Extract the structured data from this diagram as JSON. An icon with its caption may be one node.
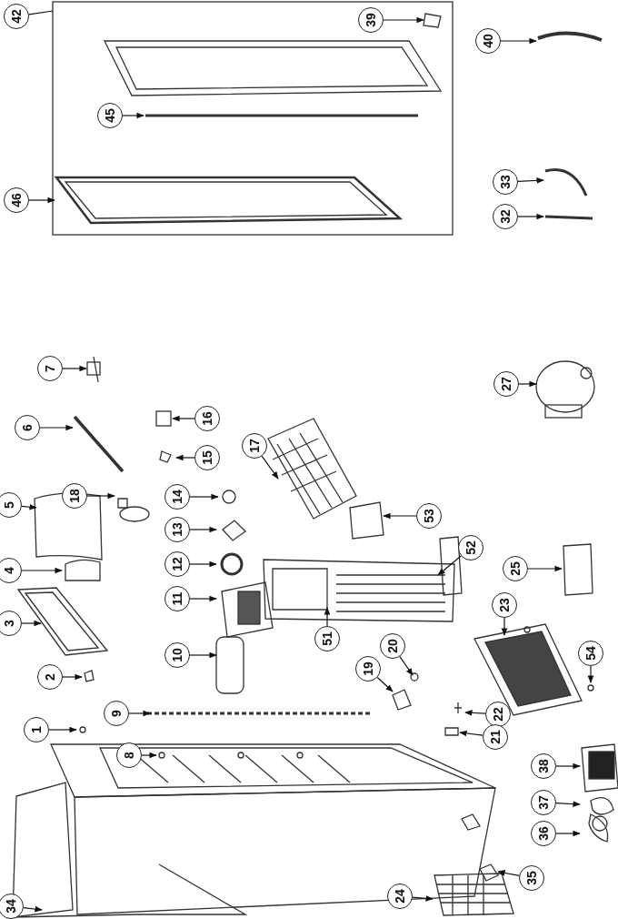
{
  "diagram": {
    "nodes": [
      {
        "text": [
          "42"
        ]
      },
      {
        "text": [
          "39"
        ]
      },
      {
        "text": [
          "40"
        ]
      },
      {
        "text": [
          "45"
        ]
      },
      {
        "text": [
          "46"
        ]
      },
      {
        "text": [
          "33"
        ]
      },
      {
        "text": [
          "32"
        ]
      },
      {
        "text": [
          "7"
        ]
      },
      {
        "text": [
          "27"
        ]
      },
      {
        "text": [
          "16"
        ]
      },
      {
        "text": [
          "6"
        ]
      },
      {
        "text": [
          "17"
        ]
      },
      {
        "text": [
          "15"
        ]
      },
      {
        "text": [
          "18"
        ]
      },
      {
        "text": [
          "14"
        ]
      },
      {
        "text": [
          "5"
        ]
      },
      {
        "text": [
          "53"
        ]
      },
      {
        "text": [
          "13"
        ]
      },
      {
        "text": [
          "52"
        ]
      },
      {
        "text": [
          "12"
        ]
      },
      {
        "text": [
          "4"
        ]
      },
      {
        "text": [
          "25"
        ]
      },
      {
        "text": [
          "11"
        ]
      },
      {
        "text": [
          "23"
        ]
      },
      {
        "text": [
          "3"
        ]
      },
      {
        "text": [
          "51"
        ]
      },
      {
        "text": [
          "20"
        ]
      },
      {
        "text": [
          "10"
        ]
      },
      {
        "text": [
          "54"
        ]
      },
      {
        "text": [
          "19"
        ]
      },
      {
        "text": [
          "2"
        ]
      },
      {
        "text": [
          "9"
        ]
      },
      {
        "text": [
          "22"
        ]
      },
      {
        "text": [
          "1"
        ]
      },
      {
        "text": [
          "21"
        ]
      },
      {
        "text": [
          "8"
        ]
      },
      {
        "text": [
          "38"
        ]
      },
      {
        "text": [
          "37"
        ]
      },
      {
        "text": [
          "36"
        ]
      },
      {
        "text": [
          "35"
        ]
      },
      {
        "text": [
          "24"
        ]
      },
      {
        "text": [
          "34"
        ]
      }
    ],
    "edges": [
      {
        "from": 0,
        "to": null,
        "arrow": "none"
      },
      {
        "from": 1,
        "to": null,
        "arrow": "to"
      },
      {
        "from": 2,
        "to": null,
        "arrow": "to"
      },
      {
        "from": 3,
        "to": null,
        "arrow": "to"
      },
      {
        "from": 4,
        "to": null,
        "arrow": "to"
      },
      {
        "from": 5,
        "to": null,
        "arrow": "to"
      },
      {
        "from": 6,
        "to": null,
        "arrow": "to"
      },
      {
        "from": 7,
        "to": null,
        "arrow": "to"
      },
      {
        "from": 8,
        "to": null,
        "arrow": "to"
      },
      {
        "from": 9,
        "to": null,
        "arrow": "to"
      },
      {
        "from": 10,
        "to": null,
        "arrow": "to"
      },
      {
        "from": 11,
        "to": null,
        "arrow": "to"
      },
      {
        "from": 12,
        "to": null,
        "arrow": "to"
      },
      {
        "from": 13,
        "to": null,
        "arrow": "to"
      },
      {
        "from": 14,
        "to": null,
        "arrow": "to"
      },
      {
        "from": 15,
        "to": null,
        "arrow": "to"
      },
      {
        "from": 16,
        "to": null,
        "arrow": "to"
      },
      {
        "from": 17,
        "to": null,
        "arrow": "to"
      },
      {
        "from": 18,
        "to": null,
        "arrow": "to"
      },
      {
        "from": 19,
        "to": null,
        "arrow": "to"
      },
      {
        "from": 20,
        "to": null,
        "arrow": "to"
      },
      {
        "from": 21,
        "to": null,
        "arrow": "to"
      },
      {
        "from": 22,
        "to": null,
        "arrow": "to"
      },
      {
        "from": 23,
        "to": null,
        "arrow": "to"
      },
      {
        "from": 24,
        "to": null,
        "arrow": "to"
      },
      {
        "from": 25,
        "to": null,
        "arrow": "to"
      },
      {
        "from": 26,
        "to": null,
        "arrow": "to"
      },
      {
        "from": 27,
        "to": null,
        "arrow": "to"
      },
      {
        "from": 28,
        "to": null,
        "arrow": "to"
      },
      {
        "from": 29,
        "to": null,
        "arrow": "to"
      },
      {
        "from": 30,
        "to": null,
        "arrow": "to"
      },
      {
        "from": 31,
        "to": null,
        "arrow": "to"
      },
      {
        "from": 32,
        "to": null,
        "arrow": "to"
      },
      {
        "from": 33,
        "to": null,
        "arrow": "to"
      },
      {
        "from": 34,
        "to": null,
        "arrow": "to"
      },
      {
        "from": 35,
        "to": null,
        "arrow": "to"
      },
      {
        "from": 36,
        "to": null,
        "arrow": "to"
      },
      {
        "from": 37,
        "to": null,
        "arrow": "to"
      },
      {
        "from": 38,
        "to": null,
        "arrow": "to"
      },
      {
        "from": 39,
        "to": null,
        "arrow": "to"
      },
      {
        "from": 40,
        "to": null,
        "arrow": "to"
      },
      {
        "from": 41,
        "to": null,
        "arrow": "to"
      }
    ]
  }
}
